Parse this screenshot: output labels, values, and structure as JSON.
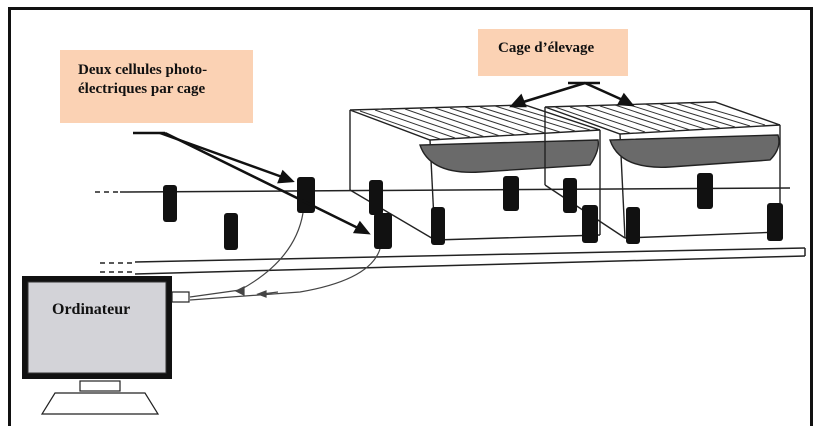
{
  "labels": {
    "cells": "Deux cellules photo-électriques par cage",
    "cage": "Cage d’élevage",
    "computer": "Ordinateur"
  },
  "colors": {
    "label_fill": "#fbd2b4",
    "screen_fill": "#d3d3d8",
    "ink": "#111111"
  }
}
